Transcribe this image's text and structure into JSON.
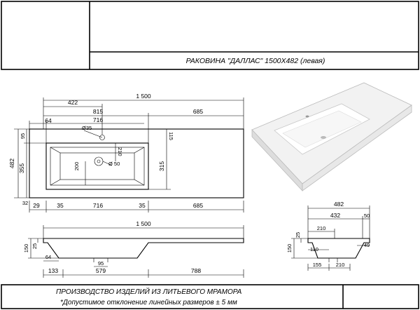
{
  "title_block": {
    "product_title": "РАКОВИНА \"ДАЛЛАС\" 1500Х482 (левая)"
  },
  "footer": {
    "line1": "ПРОИЗВОДСТВО ИЗДЕЛИЙ ИЗ ЛИТЬЕВОГО МРАМОРА",
    "line2": "*Допустимое отклонение линейных размеров ±   5 мм"
  },
  "top_view": {
    "dims": {
      "overall_length": "1 500",
      "tap_to_bowl_edge": "422",
      "to_bowl_end": "815",
      "right_shelf": "685",
      "left_edge": "64",
      "bowl_inner": "716",
      "tap_hole_dia": "Ø35",
      "drain_offset_v": "210",
      "drain_dia": "Ø 50",
      "overall_depth": "482",
      "front_offset": "95",
      "back_margin": "115",
      "bowl_depth_total": "355",
      "bowl_inner_depth": "315",
      "drain_from_front": "200",
      "front_margin": "32"
    },
    "bottom_dims": [
      "29",
      "35",
      "716",
      "35",
      "685"
    ]
  },
  "front_view": {
    "dims": {
      "overall_length": "1 500",
      "height": "150",
      "slab_thickness": "25",
      "left_offset": "64",
      "drain_width": "95",
      "to_drain": "133",
      "drain_to_bowl_end": "579",
      "right_shelf": "788"
    }
  },
  "side_view": {
    "dims": {
      "overall_depth": "482",
      "bowl_span": "432",
      "back_lip": "50",
      "top_offset": "210",
      "slab_thickness": "25",
      "height": "150",
      "drain_neck": "110",
      "rim": "49",
      "bottom_left": "155",
      "bottom_right": "210"
    }
  }
}
